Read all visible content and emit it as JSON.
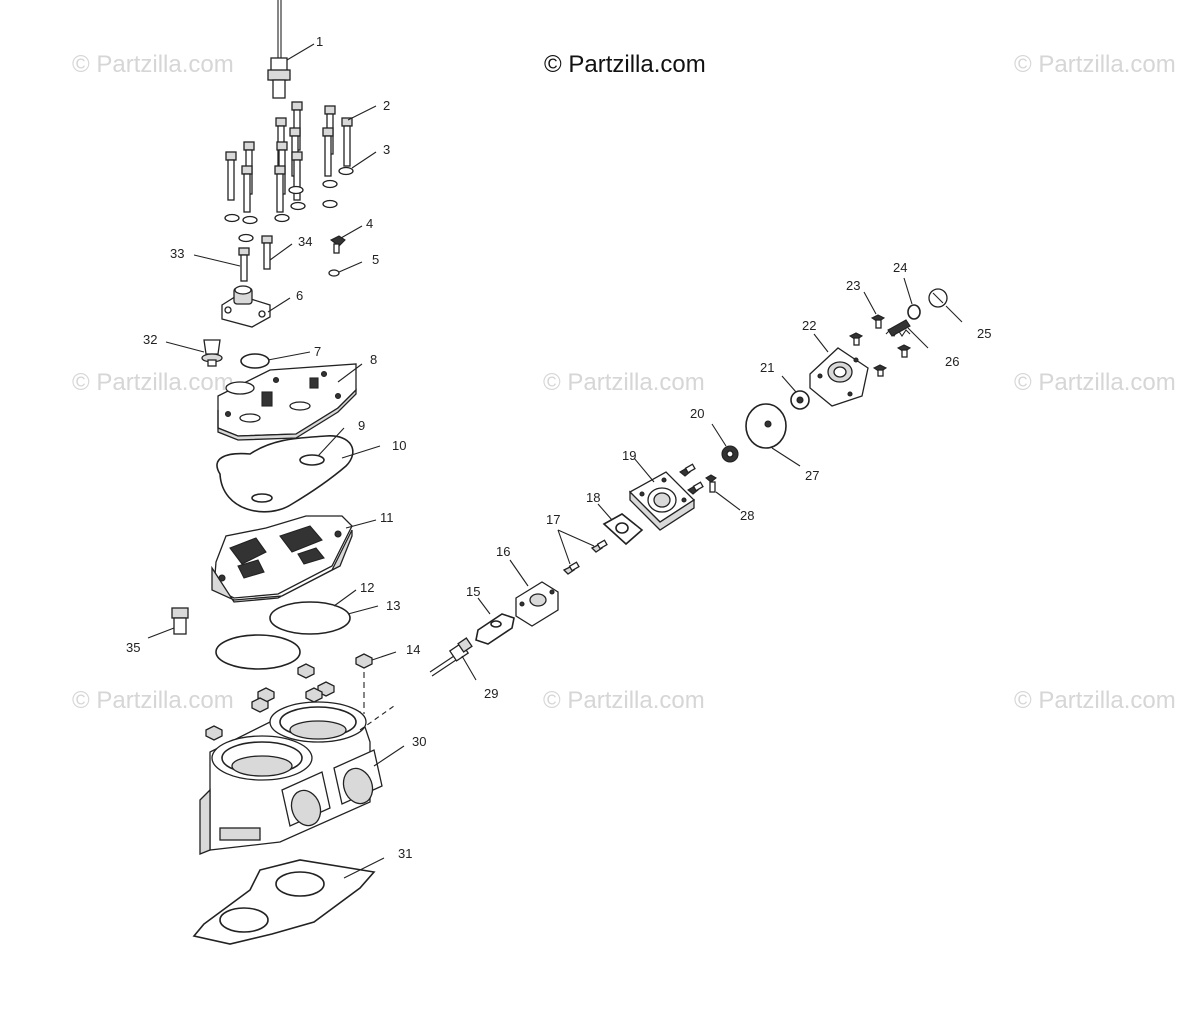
{
  "title": "© Partzilla.com",
  "watermark": "© Partzilla.com",
  "callouts": [
    "1",
    "2",
    "3",
    "4",
    "5",
    "6",
    "7",
    "8",
    "9",
    "10",
    "11",
    "12",
    "13",
    "14",
    "15",
    "16",
    "17",
    "18",
    "19",
    "20",
    "21",
    "22",
    "23",
    "24",
    "25",
    "26",
    "27",
    "28",
    "29",
    "30",
    "31",
    "32",
    "33",
    "34",
    "35"
  ],
  "colors": {
    "ink": "#222222",
    "watermark": "#d6d6d6",
    "background": "#ffffff"
  }
}
